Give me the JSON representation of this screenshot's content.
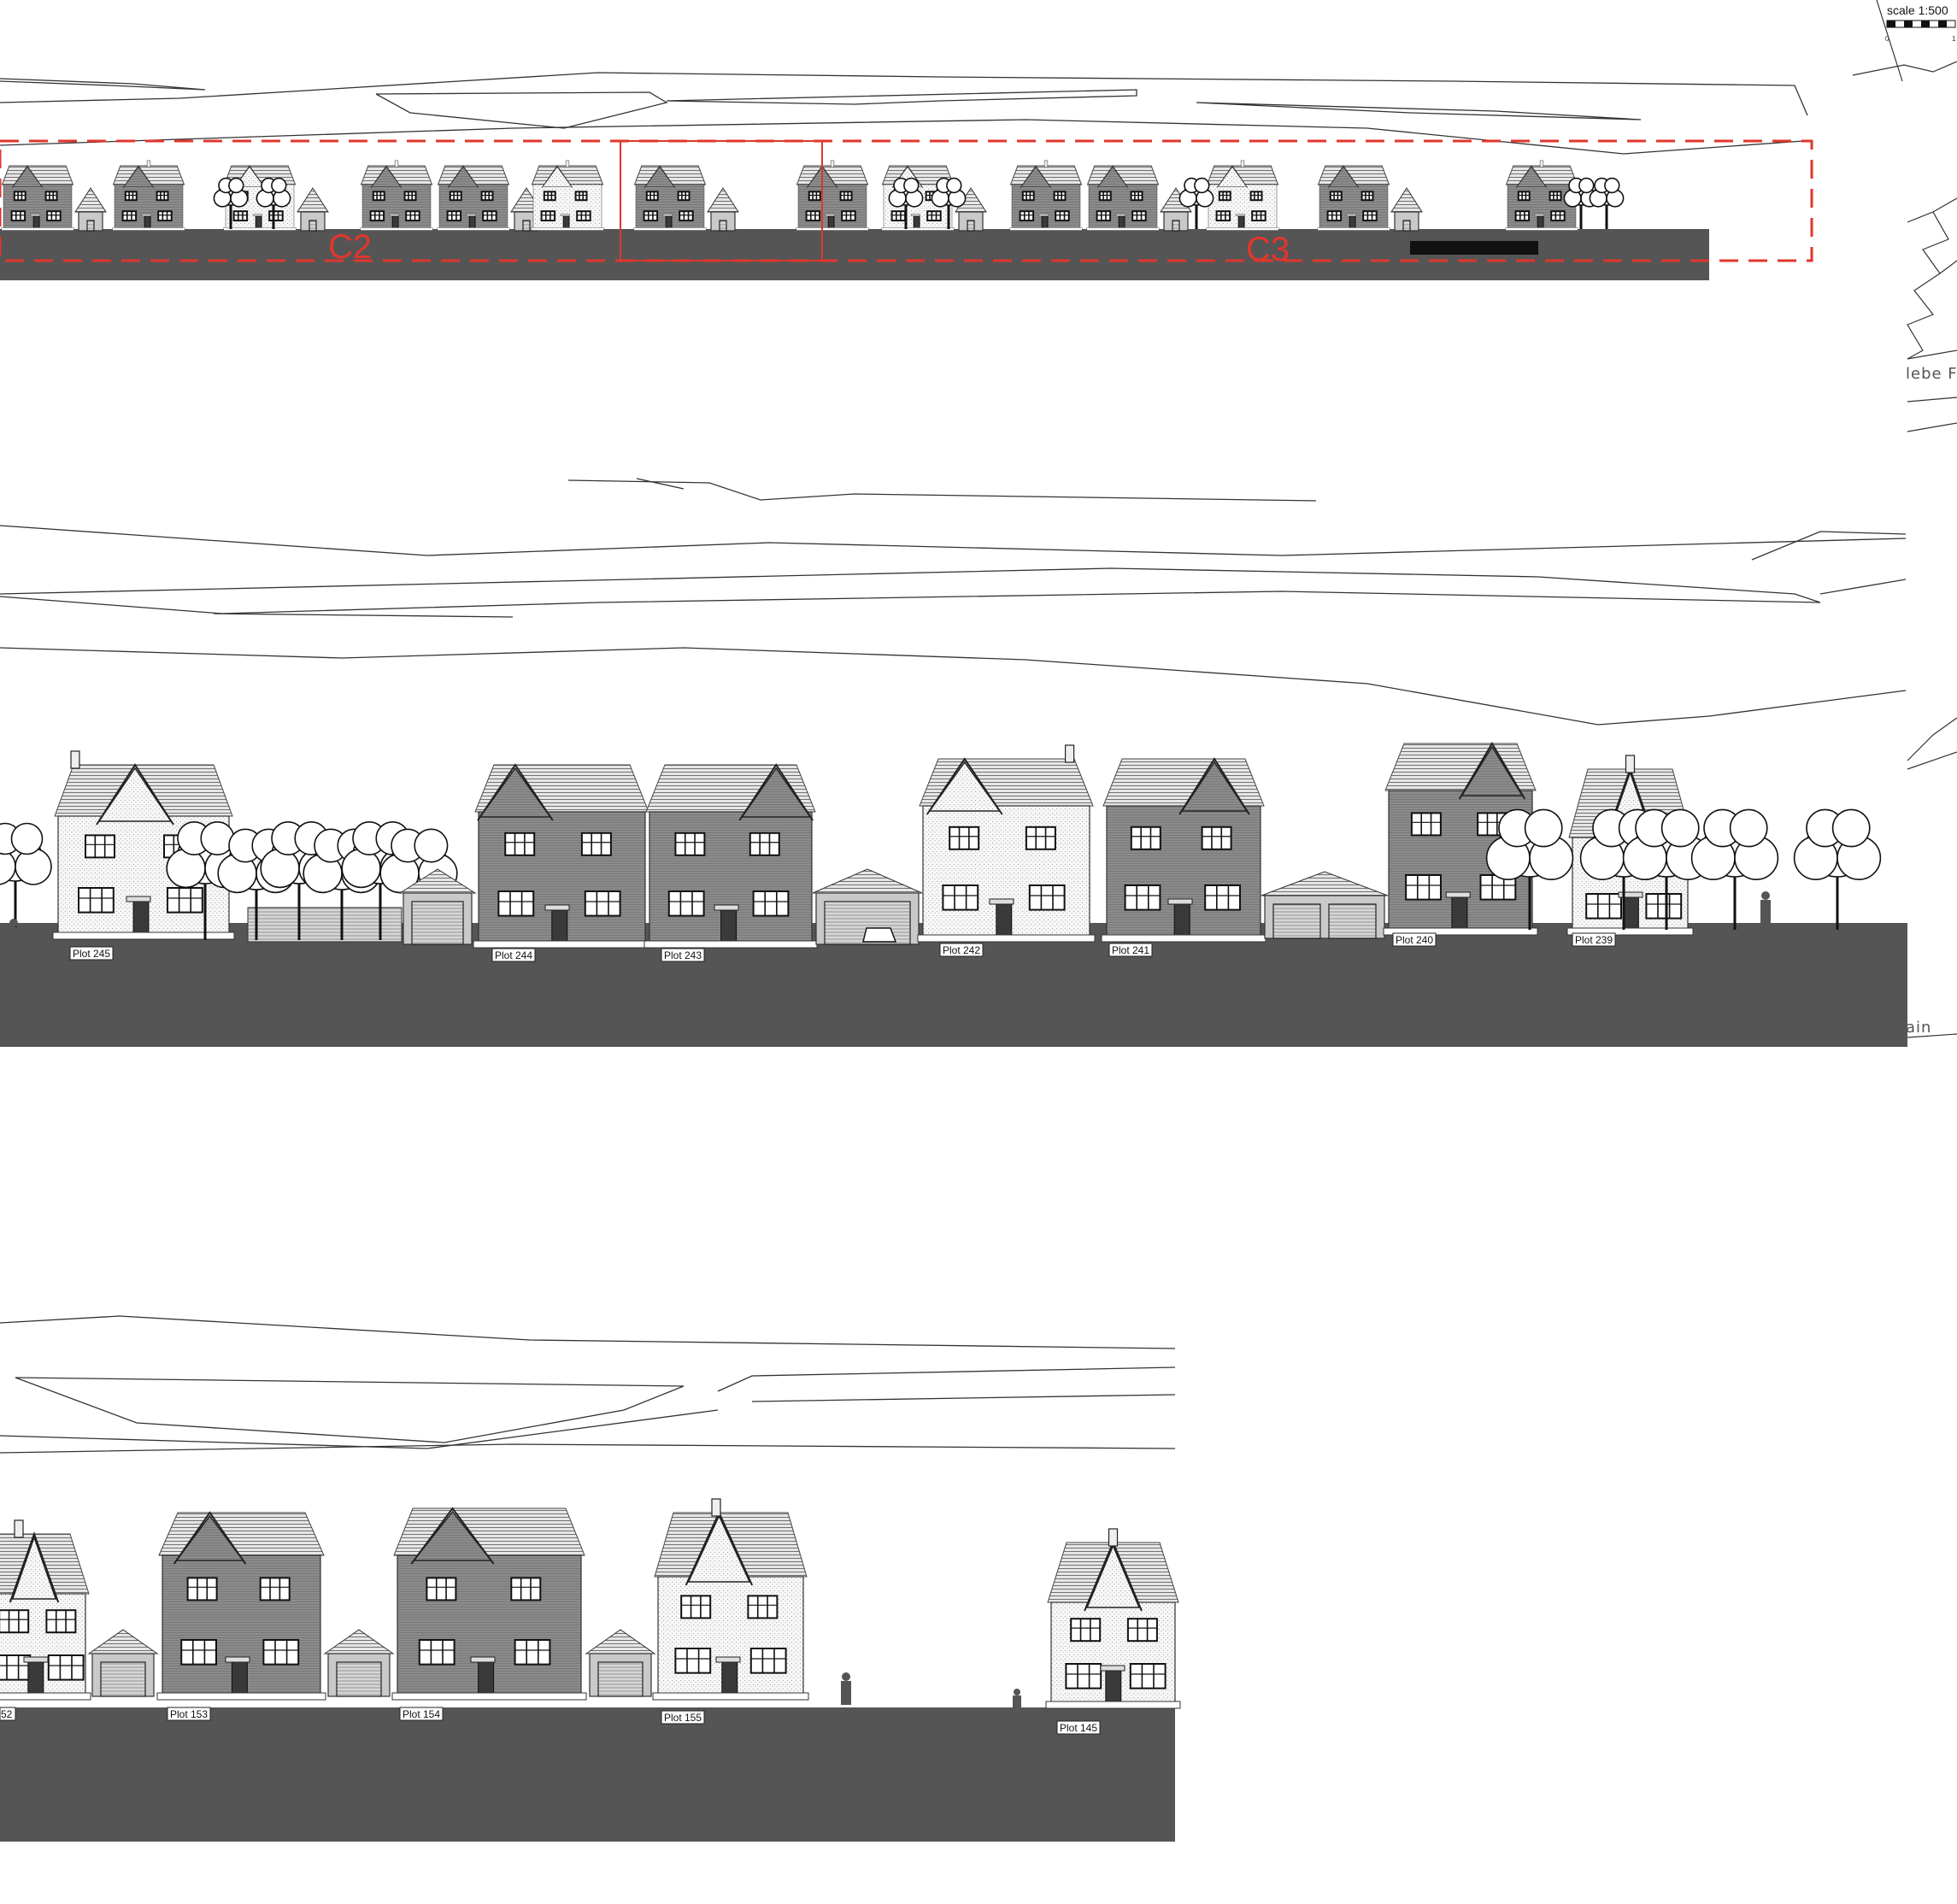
{
  "scale_bar": {
    "label": "scale 1:500",
    "start_tick": "0",
    "end_tick": "1"
  },
  "zones": [
    {
      "label": "C2"
    },
    {
      "label": "C3"
    }
  ],
  "map_fragment_text": {
    "upper": "lebe F",
    "lower": "ain"
  },
  "elevation_top": {
    "small_plot_labels": [
      "",
      "",
      "",
      "",
      "",
      "",
      "",
      "",
      "",
      "",
      "",
      ""
    ]
  },
  "elevation_middle": {
    "plots": [
      {
        "label": "Plot 245"
      },
      {
        "label": "Plot 244"
      },
      {
        "label": "Plot 243"
      },
      {
        "label": "Plot 242"
      },
      {
        "label": "Plot 241"
      },
      {
        "label": "Plot 240"
      },
      {
        "label": "Plot 239"
      }
    ]
  },
  "elevation_bottom": {
    "plots": [
      {
        "label": "52"
      },
      {
        "label": "Plot 153"
      },
      {
        "label": "Plot 154"
      },
      {
        "label": "Plot 155"
      },
      {
        "label": "Plot 145"
      }
    ]
  },
  "colors": {
    "ground": "#555555",
    "zone_outline": "#e0362c",
    "dark_brick": "#8c8c8c",
    "light_render": "#f4f4f4"
  }
}
